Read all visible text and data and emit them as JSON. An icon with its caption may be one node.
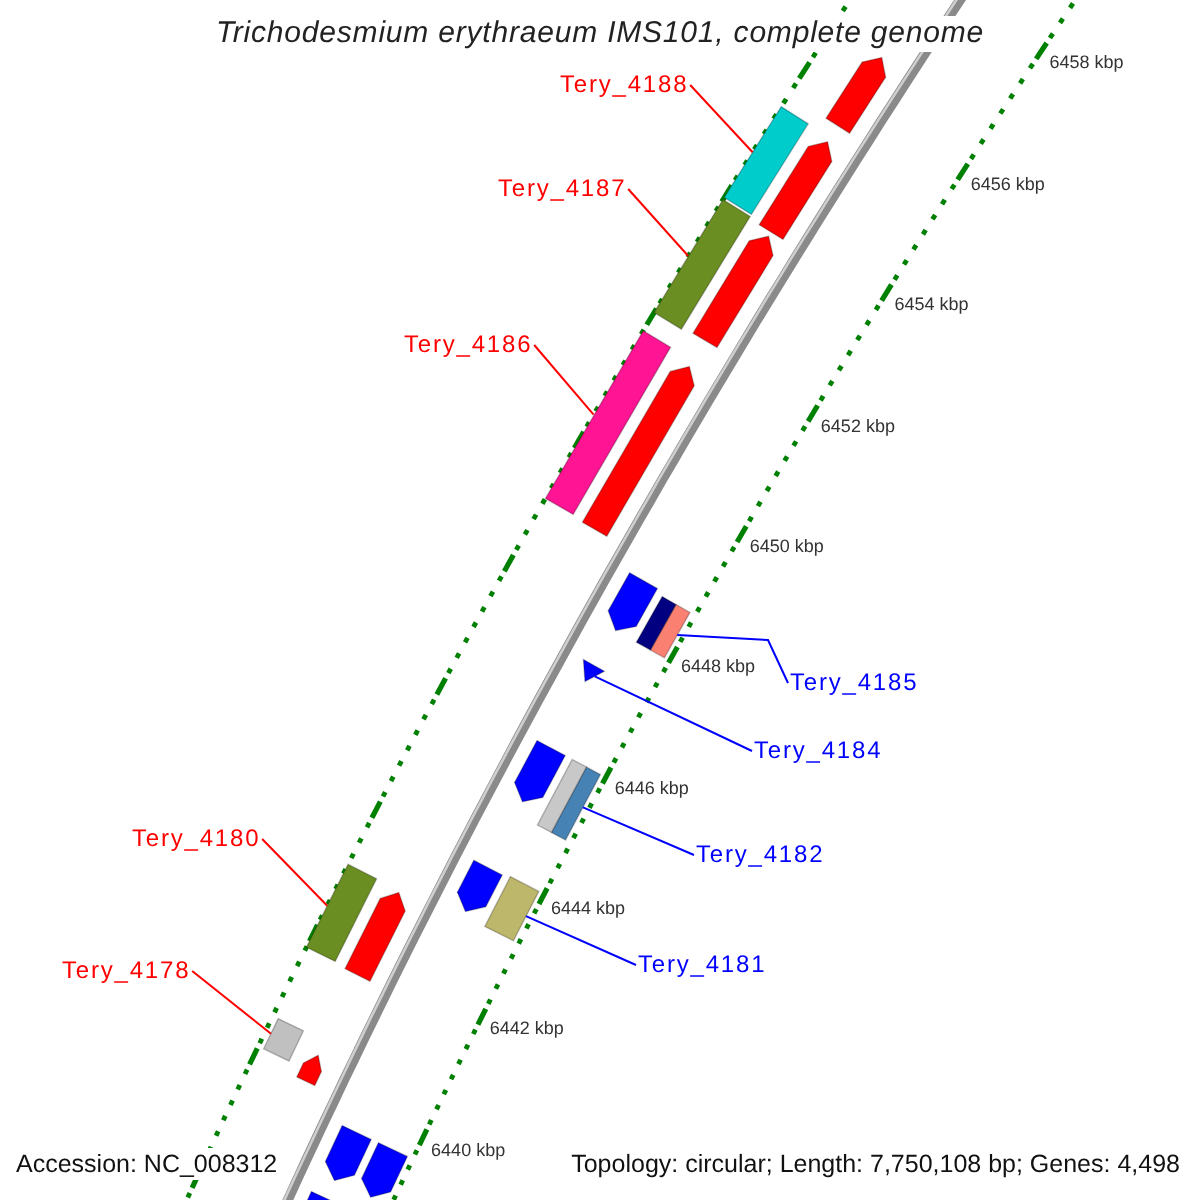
{
  "diagram": {
    "title": "Trichodesmium erythraeum IMS101, complete genome",
    "nodes": [
      {
        "text": [
          "Tery_4188"
        ]
      },
      {
        "text": [
          "Tery_4187"
        ]
      },
      {
        "text": [
          "Tery_4186"
        ]
      },
      {
        "text": [
          "Tery_4185"
        ]
      },
      {
        "text": [
          "Tery_4184"
        ]
      },
      {
        "text": [
          "Tery_4182"
        ]
      },
      {
        "text": [
          "Tery_4180"
        ]
      },
      {
        "text": [
          "Tery_4181"
        ]
      },
      {
        "text": [
          "Tery_4178"
        ]
      },
      {
        "text": [],
        "shape": "bar"
      },
      {
        "text": [],
        "shape": "bar"
      },
      {
        "text": [],
        "shape": "bar"
      },
      {
        "text": [],
        "shape": "bar"
      },
      {
        "text": [],
        "shape": "triangle"
      },
      {
        "text": [],
        "shape": "bar"
      },
      {
        "text": [],
        "shape": "bar"
      },
      {
        "text": [],
        "shape": "bar"
      },
      {
        "text": [],
        "shape": "bar"
      },
      {
        "text": [],
        "shape": "arrow"
      },
      {
        "text": [],
        "shape": "arrow"
      },
      {
        "text": [],
        "shape": "arrow"
      },
      {
        "text": [],
        "shape": "arrow"
      },
      {
        "text": [],
        "shape": "arrow"
      },
      {
        "text": [],
        "shape": "bar"
      },
      {
        "text": [],
        "shape": "arrow"
      },
      {
        "text": [],
        "shape": "bar"
      },
      {
        "text": [],
        "shape": "arrow"
      },
      {
        "text": [],
        "shape": "arrow"
      },
      {
        "text": [],
        "shape": "arrow"
      },
      {
        "text": [],
        "shape": "arrow"
      },
      {
        "text": [],
        "shape": "arrow"
      },
      {
        "text": [],
        "shape": "arrow"
      }
    ],
    "edges": [
      {
        "from": 0,
        "to": 9,
        "arrow": "none"
      },
      {
        "from": 1,
        "to": 10,
        "arrow": "none"
      },
      {
        "from": 2,
        "to": 11,
        "arrow": "none"
      },
      {
        "from": 3,
        "to": 12,
        "arrow": "none",
        "color": "#0000ff"
      },
      {
        "from": 4,
        "to": 13,
        "arrow": "none",
        "color": "#0000ff"
      },
      {
        "from": 5,
        "to": 14,
        "arrow": "none",
        "color": "#0000ff"
      },
      {
        "from": 6,
        "to": 15,
        "arrow": "none"
      },
      {
        "from": 7,
        "to": 16,
        "arrow": "none",
        "color": "#0000ff"
      },
      {
        "from": 8,
        "to": 17,
        "arrow": "none"
      }
    ],
    "labels": [
      "6458 kbp",
      "6456 kbp",
      "6454 kbp",
      "6452 kbp",
      "6450 kbp",
      "6448 kbp",
      "6446 kbp",
      "6444 kbp",
      "6442 kbp",
      "6440 kbp",
      "Accession: NC_008312",
      "Topology: circular; Length: 7,750,108 bp; Genes: 4,498"
    ]
  }
}
